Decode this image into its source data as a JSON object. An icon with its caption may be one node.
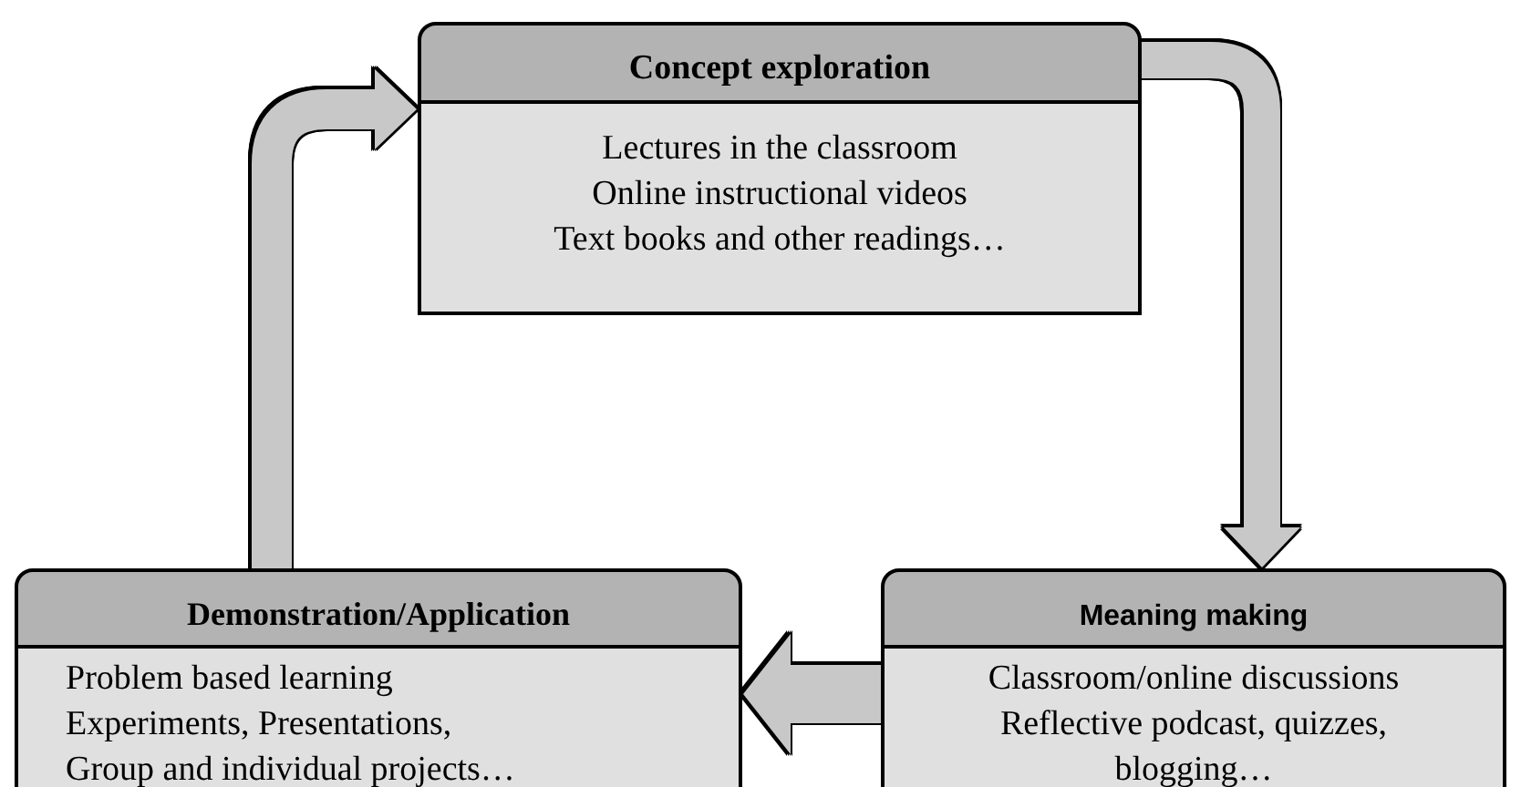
{
  "diagram": {
    "nodes": [
      {
        "text": [
          "Concept exploration",
          "Lectures in the classroom",
          "Online instructional videos",
          "Text books and other readings…"
        ]
      },
      {
        "text": [
          "Meaning making",
          "Classroom/online discussions",
          "Reflective podcast, quizzes, blogging…"
        ]
      },
      {
        "text": [
          "Demonstration/Application",
          "Problem based learning",
          "Experiments, Presentations,",
          "Group and individual projects…"
        ]
      }
    ],
    "edges": [
      {
        "from": 2,
        "to": 0,
        "arrow": "to"
      },
      {
        "from": 0,
        "to": 1,
        "arrow": "to"
      },
      {
        "from": 1,
        "to": 2,
        "arrow": "to"
      }
    ]
  }
}
